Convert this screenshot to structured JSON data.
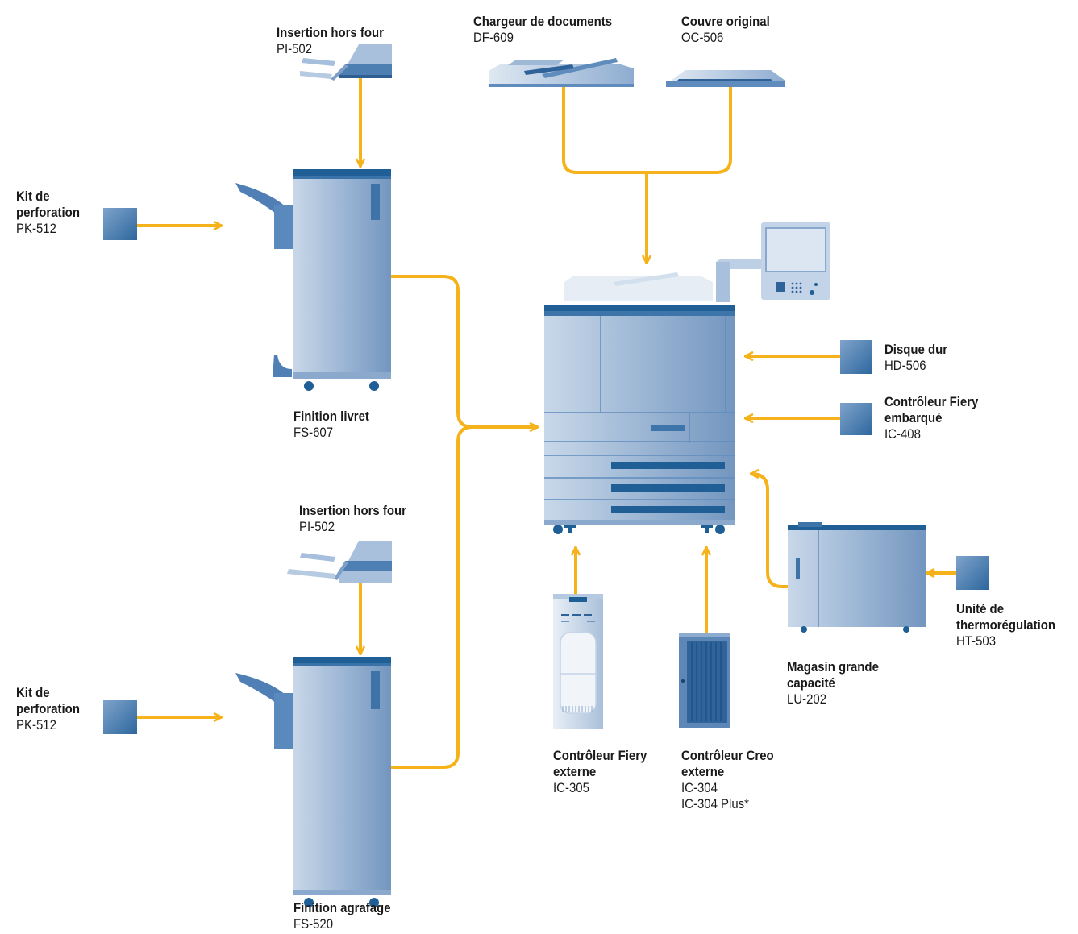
{
  "colors": {
    "connector": "#f5b21b",
    "device_dark": "#1f5f96",
    "device_mid": "#6f97c2",
    "device_light": "#b9cde3"
  },
  "labels": {
    "pi_top": {
      "title": "Insertion hors four",
      "code": "PI-502"
    },
    "df": {
      "title": "Chargeur de documents",
      "code": "DF-609"
    },
    "oc": {
      "title": "Couvre original",
      "code": "OC-506"
    },
    "pk_top": {
      "title": "Kit de\nperforation",
      "code": "PK-512"
    },
    "fs607": {
      "title": "Finition livret",
      "code": "FS-607"
    },
    "hd": {
      "title": "Disque dur",
      "code": "HD-506"
    },
    "ic408": {
      "title": "Contrôleur Fiery\nembarqué",
      "code": "IC-408"
    },
    "pi_bot": {
      "title": "Insertion hors four",
      "code": "PI-502"
    },
    "pk_bot": {
      "title": "Kit de\nperforation",
      "code": "PK-512"
    },
    "ht": {
      "title": "Unité de\nthermorégulation",
      "code": "HT-503"
    },
    "lu": {
      "title": "Magasin grande\ncapacité",
      "code": "LU-202"
    },
    "ic305": {
      "title": "Contrôleur Fiery\nexterne",
      "code": "IC-305"
    },
    "ic304": {
      "title": "Contrôleur Creo\nexterne",
      "code": "IC-304\nIC-304 Plus*"
    },
    "fs520": {
      "title": "Finition agrafage",
      "code": "FS-520"
    }
  }
}
